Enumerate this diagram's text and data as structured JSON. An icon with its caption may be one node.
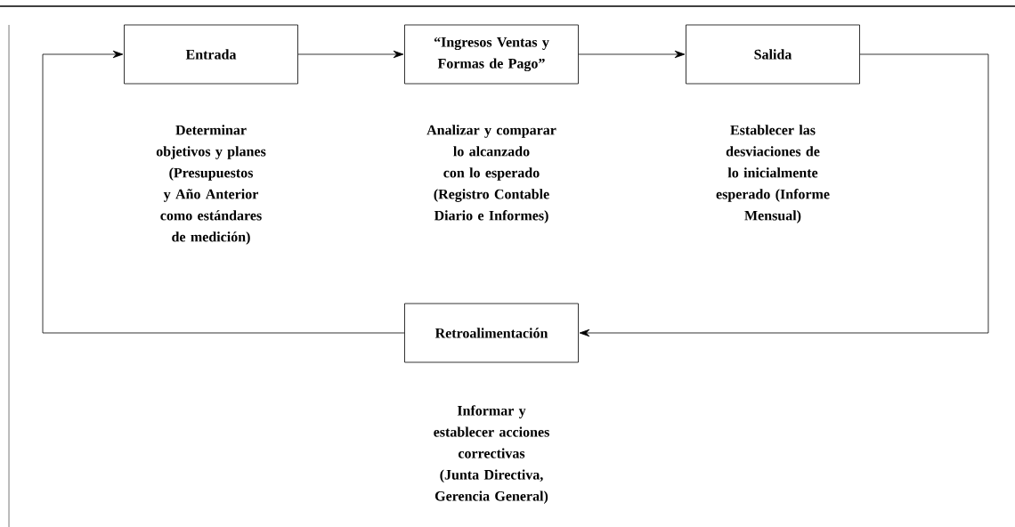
{
  "diagram": {
    "nodes": [
      {
        "text": [
          "Entrada"
        ],
        "beside": [
          "Determinar objetivos y planes (Presupuestos y Año Anterior como estándares de medición)"
        ]
      },
      {
        "text": [
          "“Ingresos Ventas y Formas de Pago”"
        ],
        "beside": [
          "Analizar y comparar lo alcanzado con lo esperado (Registro Contable Diario e Informes)"
        ]
      },
      {
        "text": [
          "Salida"
        ],
        "beside": [
          "Establecer las desviaciones de lo inicialmente esperado (Informe Mensual)"
        ]
      },
      {
        "text": [
          "Retroalimentación"
        ],
        "beside": [
          "Informar y establecer acciones correctivas (Junta Directiva, Gerencia General)"
        ]
      }
    ],
    "edges": [
      {
        "from": 0,
        "to": 1,
        "arrow": "to"
      },
      {
        "from": 1,
        "to": 2,
        "arrow": "to"
      },
      {
        "from": 2,
        "to": 3,
        "arrow": "to"
      },
      {
        "from": 3,
        "to": 0,
        "arrow": "to"
      }
    ]
  }
}
